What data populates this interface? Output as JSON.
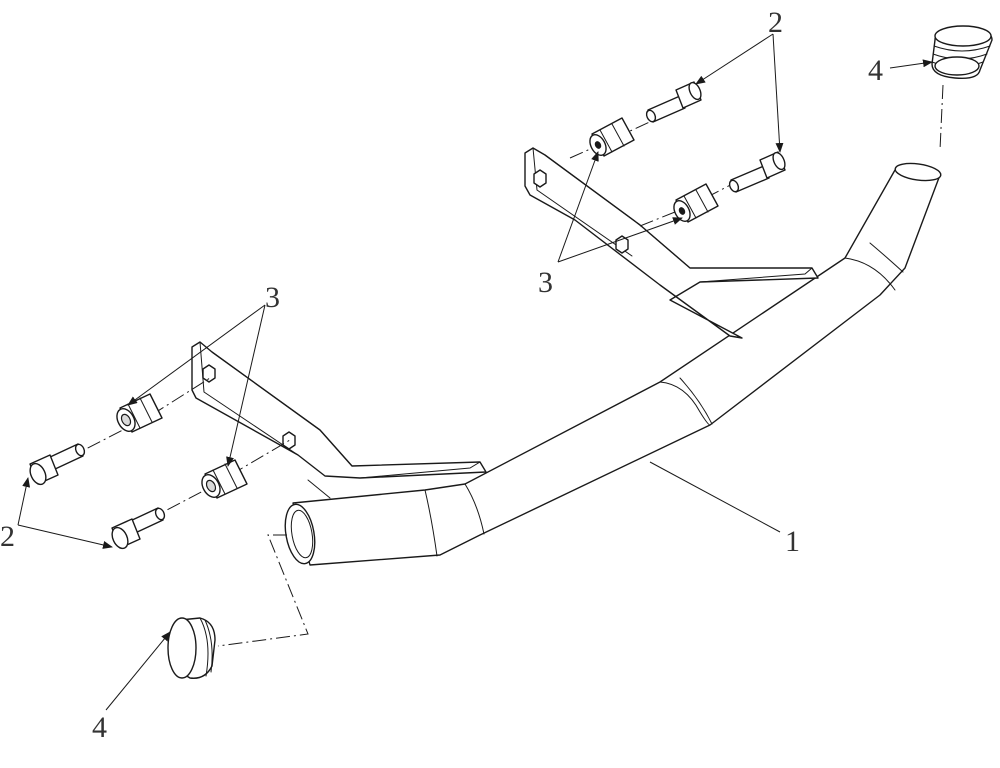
{
  "callouts": {
    "part_1": "1",
    "part_2_upper": "2",
    "part_2_lower": "2",
    "part_3_upper": "3",
    "part_3_lower": "3",
    "part_4_upper": "4",
    "part_4_lower": "4"
  },
  "colors": {
    "line": "#1a1a1a",
    "label": "#333333",
    "background": "#ffffff"
  }
}
